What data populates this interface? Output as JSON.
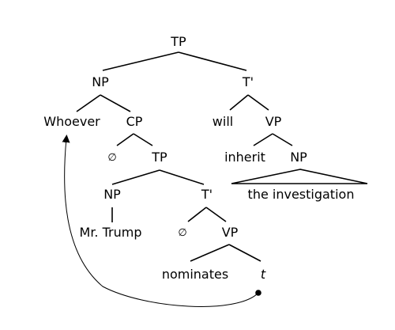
{
  "nodes": {
    "tp_root": "TP",
    "np_subject": "NP",
    "t_bar_upper": "T'",
    "whoever": "Whoever",
    "cp": "CP",
    "will": "will",
    "vp_upper": "VP",
    "c_empty": "∅",
    "tp_embedded": "TP",
    "inherit": "inherit",
    "np_object": "NP",
    "the_investigation": "the investigation",
    "np_embedded": "NP",
    "t_bar_embedded": "T'",
    "mr_trump": "Mr. Trump",
    "t_empty": "∅",
    "vp_embedded": "VP",
    "nominates": "nominates",
    "trace": "t"
  },
  "colors": {
    "ink": "#000000",
    "background": "#ffffff"
  }
}
